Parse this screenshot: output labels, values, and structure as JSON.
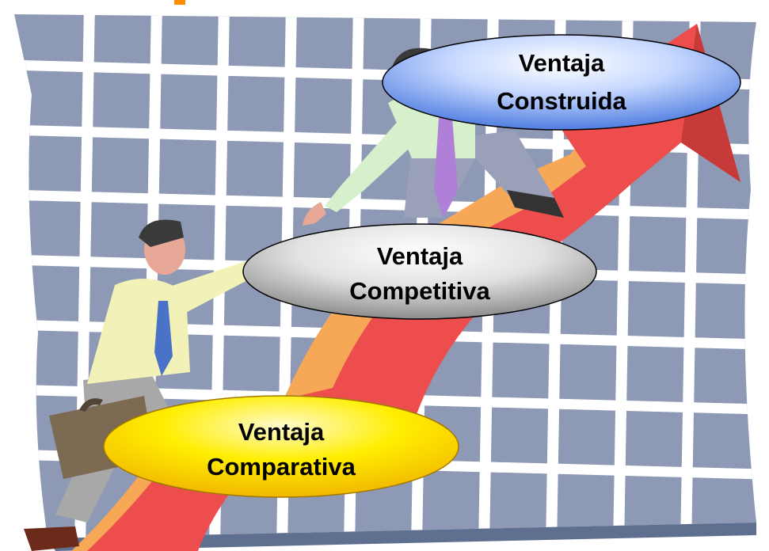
{
  "labels": {
    "top": [
      "Ventaja",
      "Construida"
    ],
    "middle": [
      "Ventaja",
      "Competitiva"
    ],
    "bottom": [
      "Ventaja",
      "Comparativa"
    ]
  },
  "colors": {
    "grid_background": "#8d99b5",
    "grid_lines": "#ffffff",
    "arrow_main": "#ee4d4d",
    "arrow_shadow": "#c63a3a",
    "arrow_edge": "#f7a857",
    "ellipse_top_light": "#ffffff",
    "ellipse_top_dark": "#4f7de0",
    "ellipse_middle_light": "#ffffff",
    "ellipse_middle_dark": "#8c8c8c",
    "ellipse_bottom_light": "#fff9a8",
    "ellipse_bottom_dark": "#f0b800",
    "title_fragment": "#ff8c00"
  },
  "figures": {
    "lower_man": "businessman-with-briefcase-icon",
    "upper_man": "businessman-reaching-down-icon"
  }
}
